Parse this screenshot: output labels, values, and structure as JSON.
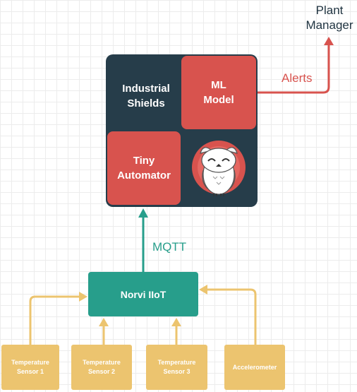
{
  "central_block": {
    "top_left": "Industrial\nShields",
    "top_right": "ML\nModel",
    "bottom_left": "Tiny\nAutomator",
    "bottom_right_icon": "owl-mascot-icon"
  },
  "hub": {
    "label": "Norvi IIoT"
  },
  "sensors": [
    "Temperature\nSensor 1",
    "Temperature\nSensor 2",
    "Temperature\nSensor 3",
    "Accelerometer"
  ],
  "connections": {
    "mqtt": "MQTT",
    "alerts": "Alerts"
  },
  "destination": "Plant\nManager",
  "colors": {
    "dark_block": "#263d4a",
    "red": "#d8534e",
    "teal": "#279e8b",
    "sensor": "#ecc46f"
  }
}
